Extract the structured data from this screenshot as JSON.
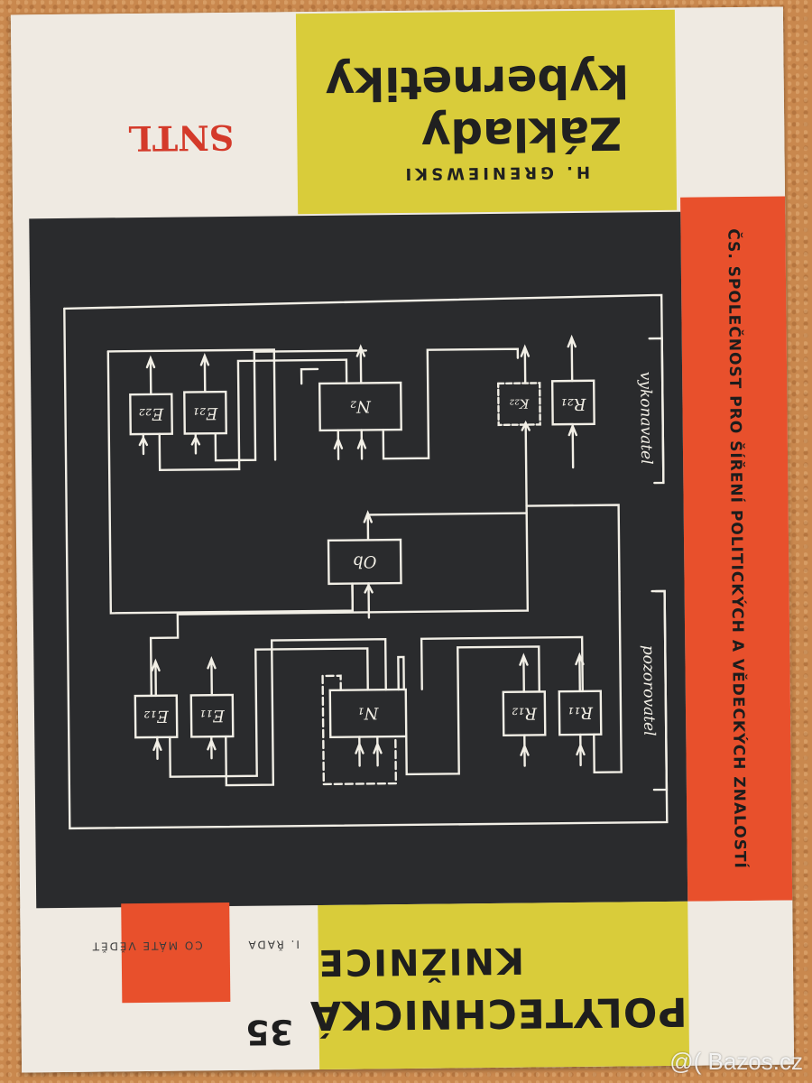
{
  "cover": {
    "author": "H. GRENIEWSKI",
    "title_line1": "Základy",
    "title_line2": "kybernetiky",
    "publisher": "SNTL",
    "society": "ČS. SPOLEČNOST PRO ŠÍŘENÍ POLITICKÝCH A VĚDECKÝCH ZNALOSTÍ",
    "series_line1": "POLYTECHNICKÁ",
    "series_line2": "KNIŽNICE",
    "series_rank": "I. ŘADA",
    "series_sub": "CO MÁTE VĚDĚT",
    "number": "35",
    "watermark": "@( Bazos.cz"
  },
  "diagram": {
    "label_executor": "vykonavatel",
    "label_observer": "pozorovatel",
    "blocks": {
      "E22": "E₂₂",
      "E21": "E₂₁",
      "N2": "N₂",
      "K22": "K₂₂",
      "R21": "R₂₁",
      "Ob": "Ob",
      "E12": "E₁₂",
      "E11": "E₁₁",
      "N1": "N₁",
      "R12": "R₁₂",
      "R11": "R₁₁"
    }
  },
  "colors": {
    "yellow": "#d9cc3a",
    "orange": "#e8502c",
    "red_text": "#d43a2a",
    "board": "#2a2b2d",
    "paper": "#efeae2",
    "line": "#f2efe6"
  }
}
